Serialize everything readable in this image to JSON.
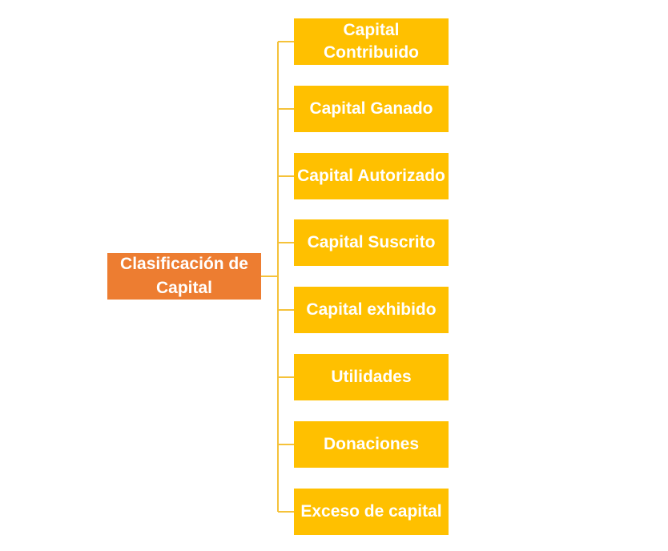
{
  "colors": {
    "root_fill": "#ED7D31",
    "child_fill": "#FFC000",
    "connector": "#F5C23A",
    "text": "#FFFFFF"
  },
  "root": {
    "label": "Clasificación de Capital"
  },
  "children": [
    {
      "label": "Capital Contribuido"
    },
    {
      "label": "Capital Ganado"
    },
    {
      "label": "Capital Autorizado"
    },
    {
      "label": "Capital Suscrito"
    },
    {
      "label": "Capital exhibido"
    },
    {
      "label": "Utilidades"
    },
    {
      "label": "Donaciones"
    },
    {
      "label": "Exceso de capital"
    }
  ]
}
